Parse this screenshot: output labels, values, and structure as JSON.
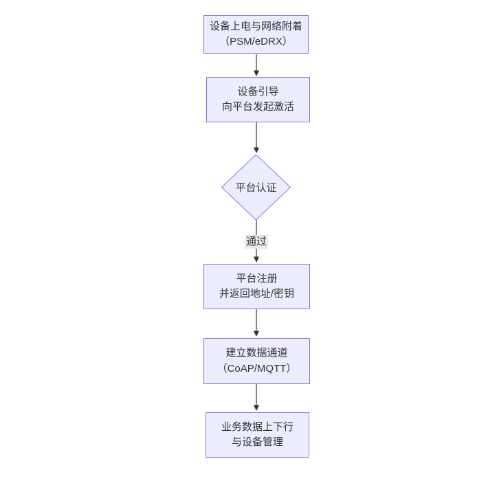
{
  "diagram": {
    "type": "flowchart",
    "direction": "top-down",
    "colors": {
      "background": "#ffffff",
      "node_fill": "#ECECFF",
      "node_stroke": "#9370DB",
      "edge_line": "#333333",
      "text": "#333333",
      "edge_label_bg": "#e8e8e8"
    },
    "nodes": [
      {
        "id": "power-attach",
        "shape": "rect",
        "lines": [
          "设备上电与网络附着",
          "（PSM/eDRX）"
        ]
      },
      {
        "id": "device-bootstrap",
        "shape": "rect",
        "lines": [
          "设备引导",
          "向平台发起激活"
        ]
      },
      {
        "id": "platform-auth",
        "shape": "diamond",
        "lines": [
          "平台认证"
        ]
      },
      {
        "id": "platform-register",
        "shape": "rect",
        "lines": [
          "平台注册",
          "并返回地址/密钥"
        ]
      },
      {
        "id": "data-channel",
        "shape": "rect",
        "lines": [
          "建立数据通道",
          "（CoAP/MQTT）"
        ]
      },
      {
        "id": "business-data",
        "shape": "rect",
        "lines": [
          "业务数据上下行",
          "与设备管理"
        ]
      }
    ],
    "edges": [
      {
        "from": "power-attach",
        "to": "device-bootstrap",
        "label": ""
      },
      {
        "from": "device-bootstrap",
        "to": "platform-auth",
        "label": ""
      },
      {
        "from": "platform-auth",
        "to": "platform-register",
        "label": "通过"
      },
      {
        "from": "platform-register",
        "to": "data-channel",
        "label": ""
      },
      {
        "from": "data-channel",
        "to": "business-data",
        "label": ""
      }
    ]
  }
}
